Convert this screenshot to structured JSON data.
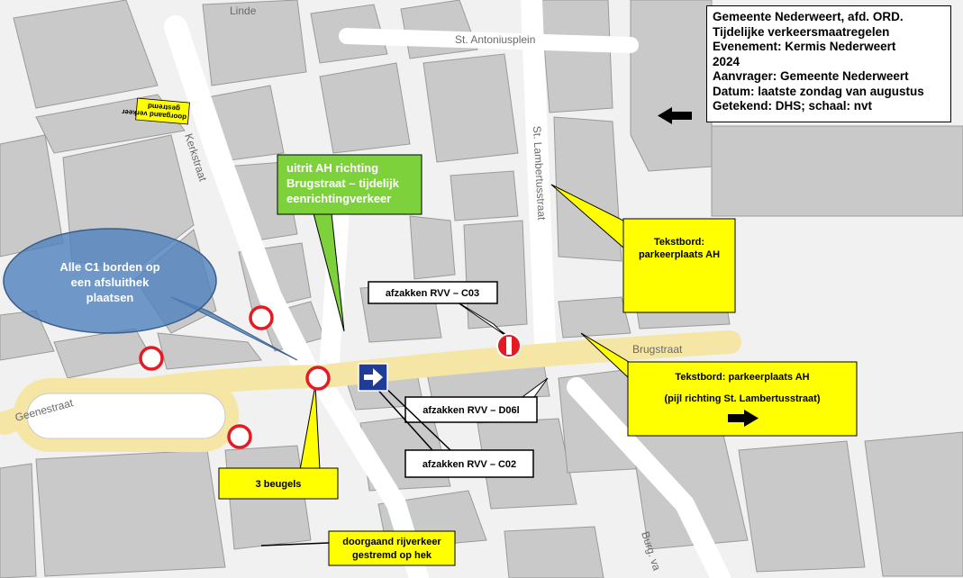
{
  "info_box": {
    "lines": [
      "Gemeente Nederweert, afd. ORD.",
      "Tijdelijke verkeersmaatregelen",
      "Evenement: Kermis Nederweert",
      "2024",
      "Aanvrager: Gemeente Nederweert",
      "Datum: laatste zondag van augustus",
      "Getekend: DHS; schaal: nvt"
    ]
  },
  "streets": {
    "st_antoniusplein": "St. Antoniusplein",
    "kerkstraat": "Kerkstraat",
    "st_lambertusstraat": "St. Lambertusstraat",
    "geenestraat": "Geenestraat",
    "brugstraat": "Brugstraat",
    "burg": "Burg. va",
    "lindestraat": "Linde"
  },
  "callouts": {
    "green": [
      "uitrit AH richting",
      "Brugstraat – tijdelijk",
      "eenrichtingverkeer"
    ],
    "blue": [
      "Alle C1 borden op",
      "een afsluithek",
      "plaatsen"
    ],
    "tekstbord_top": [
      "Tekstbord:",
      "parkeerplaats AH"
    ],
    "tekstbord_right": {
      "line1": "Tekstbord: parkeerplaats AH",
      "line2": "(pijl richting St. Lambertusstraat)"
    },
    "afzakken_c03": "afzakken RVV – C03",
    "afzakken_d06l": "afzakken RVV – D06l",
    "afzakken_c02": "afzakken RVV – C02",
    "beugels": "3 beugels",
    "doorgaand": [
      "doorgaand rijverkeer",
      "gestremd op hek"
    ],
    "doorgaand_small": [
      "doorgaand verkeer",
      "gestremd"
    ]
  },
  "colors": {
    "road_highlight": "#f5e6a6",
    "building": "#c9c9c9",
    "callout_yellow": "#ffff00",
    "callout_green": "#7dd23c",
    "callout_blue": "#4f81bd",
    "sign_red": "#e31b23",
    "sign_blue": "#1f3c99"
  },
  "icons": [
    "no-entry-sign-icon",
    "closed-road-sign-icon",
    "direction-arrow-sign-icon",
    "black-arrow-icon"
  ]
}
